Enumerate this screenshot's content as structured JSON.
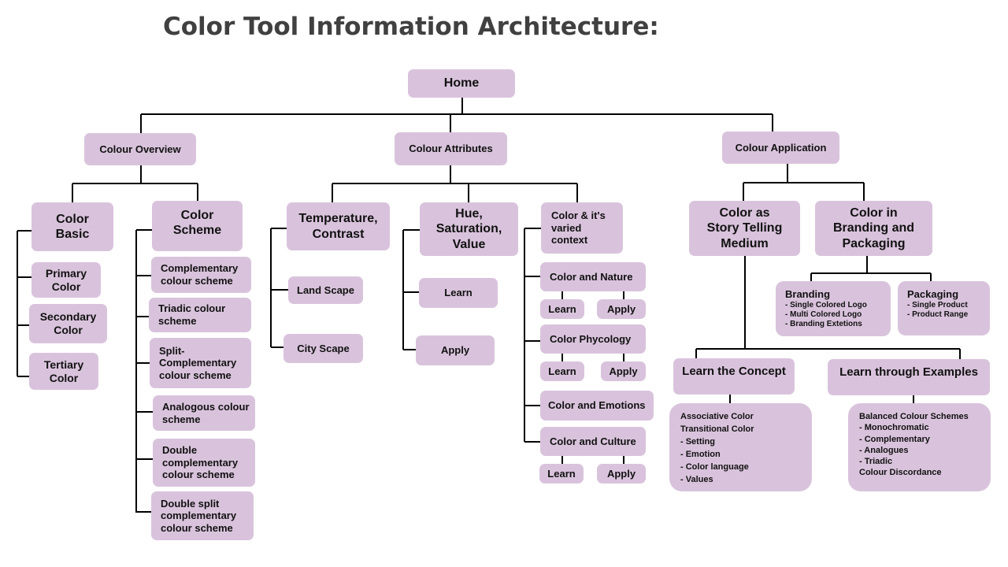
{
  "title": "Color Tool Information Architecture:",
  "home": "Home",
  "overview": {
    "label": "Colour Overview",
    "basic": {
      "label": "Color\nBasic",
      "items": [
        "Primary\nColor",
        "Secondary\nColor",
        "Tertiary\nColor"
      ]
    },
    "scheme": {
      "label": "Color\nScheme",
      "items": [
        "Complementary\ncolour scheme",
        "Triadic colour\nscheme",
        "Split-\nComplementary\ncolour scheme",
        "Analogous colour\nscheme",
        "Double\ncomplementary\ncolour scheme",
        "Double split\ncomplementary\ncolour scheme"
      ]
    }
  },
  "attributes": {
    "label": "Colour Attributes",
    "temperature": {
      "label": "Temperature,\nContrast",
      "items": [
        "Land Scape",
        "City Scape"
      ]
    },
    "hue": {
      "label": "Hue,\nSaturation,\nValue",
      "items": [
        "Learn",
        "Apply"
      ]
    },
    "context": {
      "label": "Color & it's\nvaried\ncontext",
      "items": [
        "Color and Nature",
        "Color Phycology",
        "Color and Emotions",
        "Color and Culture"
      ],
      "learn": "Learn",
      "apply": "Apply"
    }
  },
  "application": {
    "label": "Colour Application",
    "story": "Color as\nStory Telling\nMedium",
    "branding_packaging": "Color in\nBranding and\nPackaging",
    "branding": {
      "heading": "Branding",
      "items": "- Single Colored  Logo\n- Multi Colored  Logo\n- Branding  Extetions"
    },
    "packaging": {
      "heading": "Packaging",
      "items": "- Single Product\n- Product  Range"
    },
    "concept": {
      "label": "Learn the Concept",
      "items": "Associative  Color\nTransitional  Color\n- Setting\n- Emotion\n- Color language\n- Values"
    },
    "examples": {
      "label": "Learn through Examples",
      "items": "Balanced  Colour Schemes\n- Monochromatic\n- Complementary\n- Analogues\n- Triadic\nColour Discordance"
    }
  },
  "colors": {
    "box": "#d9c3dc",
    "line": "#000000",
    "title": "#404040"
  }
}
